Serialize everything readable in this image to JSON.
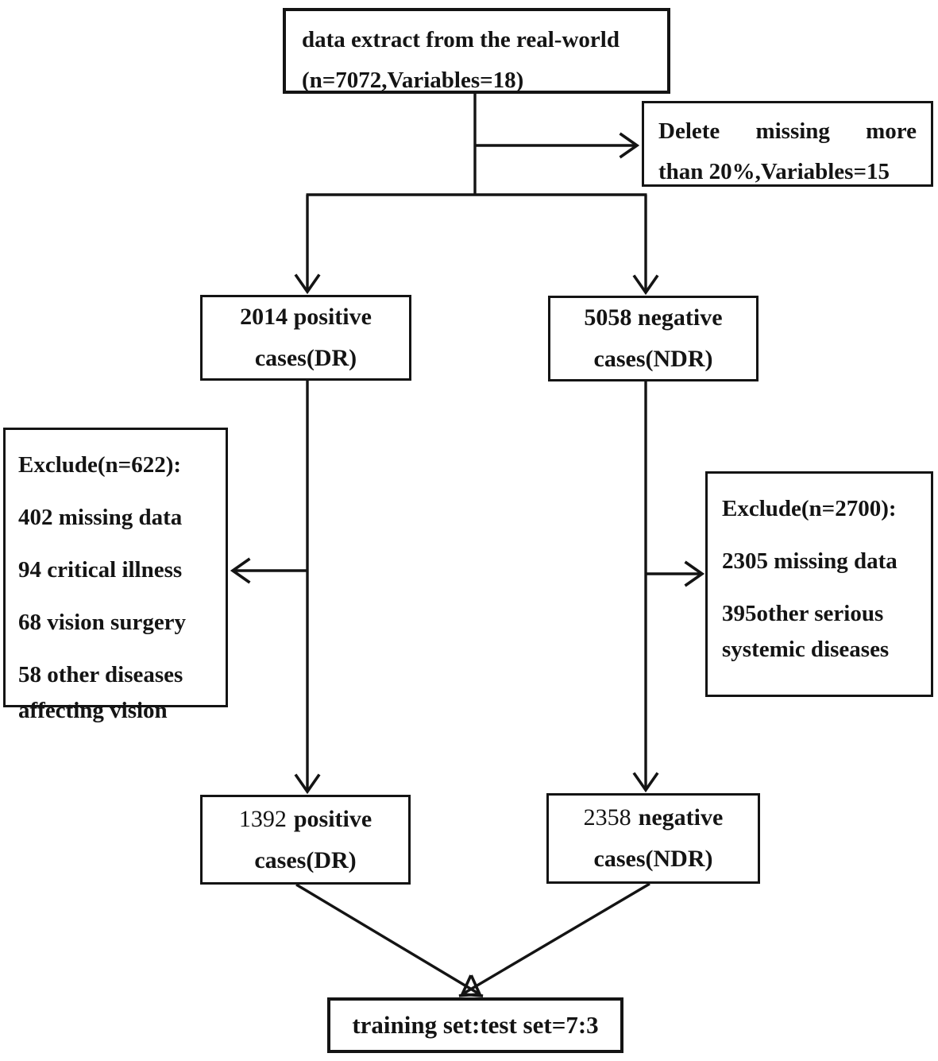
{
  "diagram": {
    "background_color": "#ffffff",
    "line_color": "#141414",
    "nodes": {
      "source": {
        "line1": "data extract from the real-world",
        "line2": "(n=7072,Variables=18)"
      },
      "delete_missing": {
        "line1": "Delete missing more",
        "line2": "than 20%,Variables=15"
      },
      "dr_cases": {
        "line1": "2014 positive",
        "line2": "cases(DR)"
      },
      "ndr_cases": {
        "line1": "5058 negative",
        "line2": "cases(NDR)"
      },
      "exclude_dr": {
        "lines": [
          "Exclude(n=622):",
          "402 missing data",
          "94 critical illness",
          "68 vision surgery",
          "58 other diseases affecting vision"
        ]
      },
      "exclude_ndr": {
        "lines": [
          "Exclude(n=2700):",
          "2305 missing data",
          "395other serious systemic diseases"
        ]
      },
      "dr_final": {
        "number": "1392",
        "label": "positive",
        "line2": "cases(DR)"
      },
      "ndr_final": {
        "number": "2358",
        "label": "negative",
        "line2": "cases(NDR)"
      },
      "split": {
        "label": "training set:test set=7:3"
      }
    },
    "edges": [
      {
        "from": "source",
        "to": "delete_missing"
      },
      {
        "from": "source",
        "to": "dr_cases"
      },
      {
        "from": "source",
        "to": "ndr_cases"
      },
      {
        "from": "dr_cases",
        "to": "exclude_dr"
      },
      {
        "from": "dr_cases",
        "to": "dr_final"
      },
      {
        "from": "ndr_cases",
        "to": "exclude_ndr"
      },
      {
        "from": "ndr_cases",
        "to": "ndr_final"
      },
      {
        "from": "dr_final",
        "to": "split"
      },
      {
        "from": "ndr_final",
        "to": "split"
      }
    ]
  }
}
